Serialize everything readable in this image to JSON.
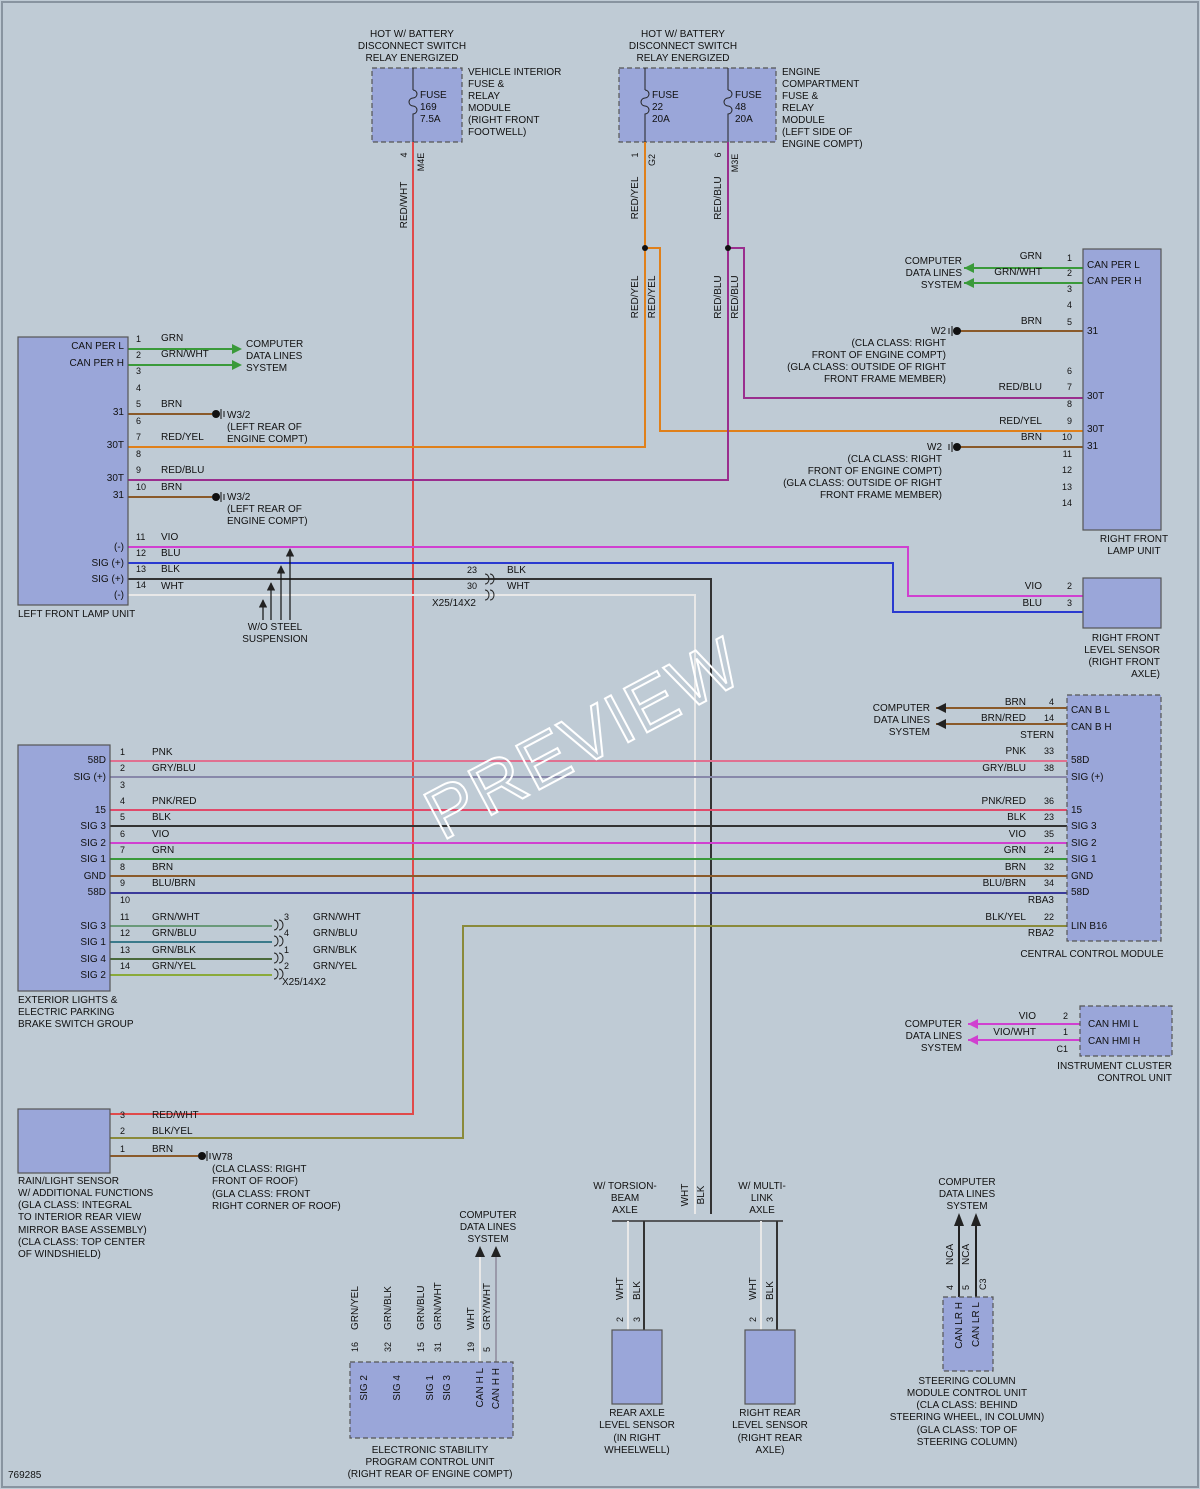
{
  "diagram_id": "769285",
  "watermark": "PREVIEW",
  "colors": {
    "background": "#bfcbd5",
    "module_fill": "#9aa6d9",
    "wire_red": "#e04a4a",
    "wire_orange": "#e0801a",
    "wire_purple": "#9a2e8e",
    "wire_green": "#3a9a3a",
    "wire_blue": "#2a3ad0",
    "wire_violet": "#d040d0",
    "wire_black": "#333333",
    "wire_white": "#e8e8e8",
    "wire_pink": "#e07090",
    "wire_gray": "#8888aa",
    "wire_brown": "#8a5a2a"
  },
  "fuse_box_1": {
    "header": [
      "HOT W/ BATTERY",
      "DISCONNECT SWITCH",
      "RELAY ENERGIZED"
    ],
    "fuse": [
      "FUSE",
      "169",
      "7.5A"
    ],
    "module": [
      "VEHICLE INTERIOR",
      "FUSE &",
      "RELAY",
      "MODULE",
      "(RIGHT FRONT",
      "FOOTWELL)"
    ],
    "pin": "4",
    "connector": "M4E",
    "wire": "RED/WHT"
  },
  "fuse_box_2": {
    "header": [
      "HOT W/ BATTERY",
      "DISCONNECT SWITCH",
      "RELAY ENERGIZED"
    ],
    "fuse_a": [
      "FUSE",
      "22",
      "20A"
    ],
    "fuse_b": [
      "FUSE",
      "48",
      "20A"
    ],
    "module": [
      "ENGINE",
      "COMPARTMENT",
      "FUSE &",
      "RELAY",
      "MODULE",
      "(LEFT SIDE OF",
      "ENGINE COMPT)"
    ],
    "pin_a": "1",
    "conn_a": "G2",
    "wire_a": "RED/YEL",
    "pin_b": "6",
    "conn_b": "M3E",
    "wire_b": "RED/BLU"
  },
  "left_front_lamp": {
    "name": "LEFT FRONT LAMP UNIT",
    "labels": [
      "CAN PER L",
      "CAN PER H",
      "31",
      "30T",
      "30T",
      "31",
      "(-)",
      "SIG (+)",
      "SIG (+)",
      "(-)"
    ],
    "pins": [
      "1",
      "2",
      "3",
      "4",
      "5",
      "6",
      "7",
      "8",
      "9",
      "10",
      "11",
      "12",
      "13",
      "14"
    ],
    "wires": [
      "GRN",
      "GRN/WHT",
      "BRN",
      "RED/YEL",
      "RED/BLU",
      "BRN",
      "VIO",
      "BLU",
      "BLK",
      "WHT"
    ],
    "cdl": [
      "COMPUTER",
      "DATA LINES",
      "SYSTEM"
    ],
    "ground_a": [
      "W3/2",
      "(LEFT REAR OF",
      "ENGINE COMPT)"
    ],
    "ground_b": [
      "W3/2",
      "(LEFT REAR OF",
      "ENGINE COMPT)"
    ],
    "suspension": [
      "W/O STEEL",
      "SUSPENSION"
    ]
  },
  "x25_upper": {
    "label": "X25/14X2",
    "pins": [
      "23",
      "30"
    ],
    "wires": [
      "BLK",
      "WHT"
    ]
  },
  "right_front_lamp": {
    "name": [
      "RIGHT FRONT",
      "LAMP UNIT"
    ],
    "labels": [
      "CAN PER L",
      "CAN PER H",
      "31",
      "30T",
      "30T",
      "31"
    ],
    "pins": [
      "1",
      "2",
      "3",
      "4",
      "5",
      "6",
      "7",
      "8",
      "9",
      "10",
      "11",
      "12",
      "13",
      "14"
    ],
    "wires": [
      "GRN",
      "GRN/WHT",
      "BRN",
      "RED/BLU",
      "RED/YEL",
      "BRN"
    ],
    "cdl": [
      "COMPUTER",
      "DATA LINES",
      "SYSTEM"
    ],
    "ground_a": [
      "W2",
      "(CLA CLASS: RIGHT",
      "FRONT OF ENGINE COMPT)",
      "(GLA CLASS: OUTSIDE OF RIGHT",
      "FRONT FRAME MEMBER)"
    ],
    "ground_b": [
      "W2",
      "(CLA CLASS: RIGHT",
      "FRONT OF ENGINE COMPT)",
      "(GLA CLASS: OUTSIDE OF RIGHT",
      "FRONT FRAME MEMBER)"
    ]
  },
  "right_front_level": {
    "name": [
      "RIGHT FRONT",
      "LEVEL SENSOR",
      "(RIGHT FRONT",
      "AXLE)"
    ],
    "wires": [
      "VIO",
      "BLU"
    ],
    "pins": [
      "2",
      "3"
    ]
  },
  "central_control": {
    "name": "CENTRAL CONTROL MODULE",
    "labels": [
      "CAN B L",
      "CAN B H",
      "58D",
      "SIG (+)",
      "15",
      "SIG 3",
      "SIG 2",
      "SIG 1",
      "GND",
      "58D",
      "LIN B16"
    ],
    "cdl": [
      "COMPUTER",
      "DATA LINES",
      "SYSTEM"
    ],
    "left_wires": [
      "BRN",
      "BRN/RED",
      "STERN",
      "PNK",
      "GRY/BLU",
      "PNK/RED",
      "BLK",
      "VIO",
      "GRN",
      "BRN",
      "BLU/BRN",
      "RBA3",
      "BLK/YEL",
      "RBA2"
    ],
    "pins": [
      "4",
      "14",
      "33",
      "38",
      "36",
      "23",
      "35",
      "24",
      "32",
      "34",
      "22"
    ]
  },
  "ext_lights": {
    "name": [
      "EXTERIOR LIGHTS &",
      "ELECTRIC PARKING",
      "BRAKE SWITCH GROUP"
    ],
    "labels": [
      "58D",
      "SIG (+)",
      "15",
      "SIG 3",
      "SIG 2",
      "SIG 1",
      "GND",
      "58D",
      "SIG 3",
      "SIG 1",
      "SIG 4",
      "SIG 2"
    ],
    "pins": [
      "1",
      "2",
      "3",
      "4",
      "5",
      "6",
      "7",
      "8",
      "9",
      "10",
      "11",
      "12",
      "13",
      "14"
    ],
    "wires": [
      "PNK",
      "GRY/BLU",
      "PNK/RED",
      "BLK",
      "VIO",
      "GRN",
      "BRN",
      "BLU/BRN",
      "GRN/WHT",
      "GRN/BLU",
      "GRN/BLK",
      "GRN/YEL"
    ]
  },
  "x25_lower": {
    "label": "X25/14X2",
    "pins": [
      "3",
      "4",
      "1",
      "2"
    ],
    "wires": [
      "GRN/WHT",
      "GRN/BLU",
      "GRN/BLK",
      "GRN/YEL"
    ]
  },
  "instrument": {
    "name": [
      "INSTRUMENT CLUSTER",
      "CONTROL UNIT"
    ],
    "labels": [
      "CAN HMI L",
      "CAN HMI H"
    ],
    "wires": [
      "VIO",
      "VIO/WHT"
    ],
    "pins": [
      "2",
      "1"
    ],
    "conn": "C1",
    "cdl": [
      "COMPUTER",
      "DATA LINES",
      "SYSTEM"
    ]
  },
  "rain_sensor": {
    "name": [
      "RAIN/LIGHT SENSOR",
      "W/ ADDITIONAL FUNCTIONS",
      "(GLA CLASS: INTEGRAL",
      "TO INTERIOR REAR VIEW",
      "MIRROR BASE ASSEMBLY)",
      "(CLA CLASS: TOP CENTER",
      "OF WINDSHIELD)"
    ],
    "pins": [
      "3",
      "2",
      "1"
    ],
    "wires": [
      "RED/WHT",
      "BLK/YEL",
      "BRN"
    ],
    "ground": [
      "W78",
      "(CLA CLASS: RIGHT",
      "FRONT OF ROOF)",
      "(GLA CLASS: FRONT",
      "RIGHT CORNER OF ROOF)"
    ]
  },
  "esp": {
    "name": [
      "ELECTRONIC STABILITY",
      "PROGRAM CONTROL UNIT",
      "(RIGHT REAR OF ENGINE COMPT)"
    ],
    "labels": [
      "SIG 2",
      "SIG 4",
      "SIG 1",
      "SIG 3",
      "CAN H L",
      "CAN H H"
    ],
    "pins": [
      "16",
      "32",
      "15",
      "31",
      "19",
      "5"
    ],
    "wires": [
      "GRN/YEL",
      "GRN/BLK",
      "GRN/BLU",
      "GRN/WHT",
      "WHT",
      "GRY/WHT"
    ],
    "cdl": [
      "COMPUTER",
      "DATA LINES",
      "SYSTEM"
    ]
  },
  "torsion": {
    "left": [
      "W/ TORSION-",
      "BEAM",
      "AXLE"
    ],
    "right": [
      "W/ MULTI-",
      "LINK",
      "AXLE"
    ],
    "wires": [
      "WHT",
      "BLK"
    ]
  },
  "rear_axle_sensor": {
    "name": [
      "REAR AXLE",
      "LEVEL SENSOR",
      "(IN RIGHT",
      "WHEELWELL)"
    ],
    "pins": [
      "2",
      "3"
    ],
    "wires": [
      "WHT",
      "BLK"
    ]
  },
  "right_rear_sensor": {
    "name": [
      "RIGHT REAR",
      "LEVEL SENSOR",
      "(RIGHT REAR",
      "AXLE)"
    ],
    "pins": [
      "2",
      "3"
    ],
    "wires": [
      "WHT",
      "BLK"
    ]
  },
  "steering": {
    "name": [
      "STEERING COLUMN",
      "MODULE CONTROL UNIT",
      "(CLA CLASS: BEHIND",
      "STEERING WHEEL, IN COLUMN)",
      "(GLA CLASS: TOP OF",
      "STEERING COLUMN)"
    ],
    "labels": [
      "CAN LR H",
      "CAN LR L"
    ],
    "pins": [
      "4",
      "5"
    ],
    "wires": [
      "NCA",
      "NCA"
    ],
    "conn": "C3",
    "cdl": [
      "COMPUTER",
      "DATA LINES",
      "SYSTEM"
    ]
  }
}
